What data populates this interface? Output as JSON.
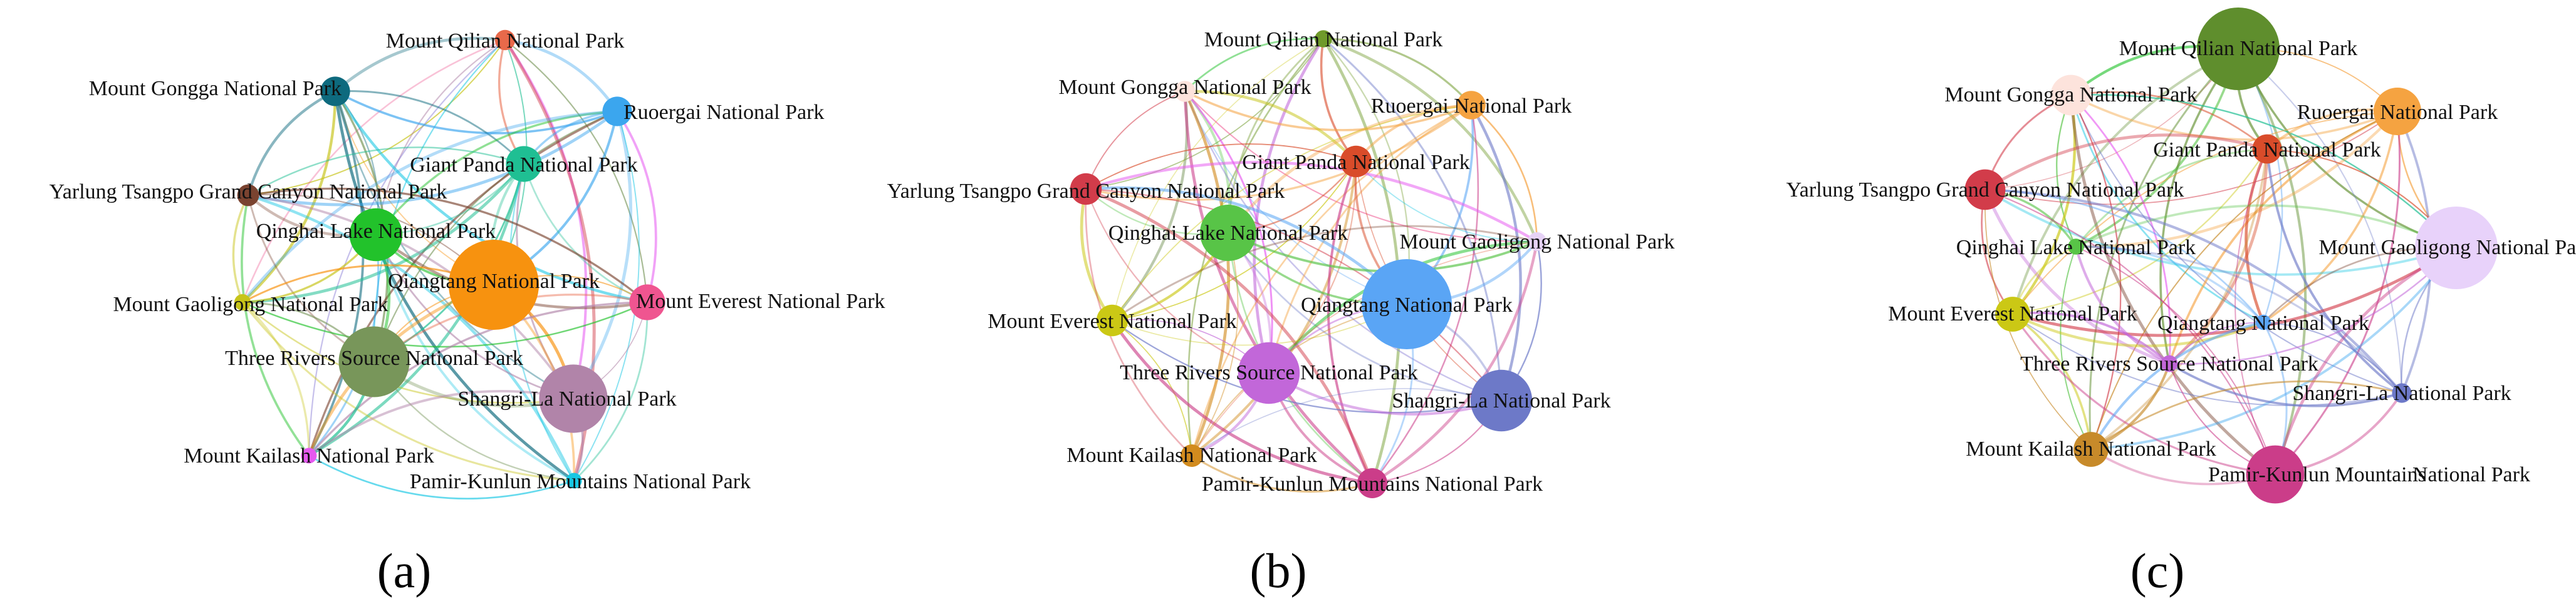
{
  "panels": [
    {
      "id": "a",
      "label": "(a)",
      "nodes": [
        {
          "id": "qilian",
          "label": "Mount Qilian National Park",
          "color": "#e8694a",
          "weight": 0.1
        },
        {
          "id": "gongga",
          "label": "Mount Gongga National Park",
          "color": "#0e6a7e",
          "weight": 0.22
        },
        {
          "id": "ruoergai",
          "label": "Ruoergai National Park",
          "color": "#3ba6ee",
          "weight": 0.22
        },
        {
          "id": "panda",
          "label": "Giant Panda National Park",
          "color": "#1fbf93",
          "weight": 0.3
        },
        {
          "id": "yarlung",
          "label": "Yarlung Tsangpo Grand Canyon National Park",
          "color": "#7a4330",
          "weight": 0.12
        },
        {
          "id": "qinghai",
          "label": "Qinghai Lake National Park",
          "color": "#22c22b",
          "weight": 0.52
        },
        {
          "id": "qiangtang",
          "label": "Qiangtang National Park",
          "color": "#f7920f",
          "weight": 1.0
        },
        {
          "id": "gaoligong",
          "label": "Mount Gaoligong National Park",
          "color": "#c7c419",
          "weight": 0.05
        },
        {
          "id": "everest",
          "label": "Mount Everest National Park",
          "color": "#ef5590",
          "weight": 0.3
        },
        {
          "id": "threerivers",
          "label": "Three Rivers Source National Park",
          "color": "#78965a",
          "weight": 0.75
        },
        {
          "id": "shangrila",
          "label": "Shangri-La National Park",
          "color": "#b184a9",
          "weight": 0.72
        },
        {
          "id": "kailash",
          "label": "Mount Kailash National Park",
          "color": "#e659f0",
          "weight": 0.04
        },
        {
          "id": "pamir",
          "label": "Pamir-Kunlun Mountains National Park",
          "color": "#17c7e3",
          "weight": 0.04
        }
      ]
    },
    {
      "id": "b",
      "label": "(b)",
      "nodes": [
        {
          "id": "qilian",
          "label": "Mount Qilian National Park",
          "color": "#6f9a2a",
          "weight": 0.03
        },
        {
          "id": "gongga",
          "label": "Mount Gongga National Park",
          "color": "#fde3dc",
          "weight": 0.08
        },
        {
          "id": "ruoergai",
          "label": "Ruoergai National Park",
          "color": "#f5a341",
          "weight": 0.18
        },
        {
          "id": "panda",
          "label": "Giant Panda National Park",
          "color": "#d94c2a",
          "weight": 0.22
        },
        {
          "id": "yarlung",
          "label": "Yarlung Tsangpo Grand Canyon National Park",
          "color": "#d23c4a",
          "weight": 0.22
        },
        {
          "id": "qinghai",
          "label": "Qinghai Lake National Park",
          "color": "#58c447",
          "weight": 0.55
        },
        {
          "id": "gaoligong",
          "label": "Mount Gaoligong National Park",
          "color": "#e6d2f6",
          "weight": 0.05
        },
        {
          "id": "everest",
          "label": "Mount Everest National Park",
          "color": "#cbc815",
          "weight": 0.22
        },
        {
          "id": "qiangtang",
          "label": "Qiangtang National Park",
          "color": "#5aa5f5",
          "weight": 1.0
        },
        {
          "id": "threerivers",
          "label": "Three Rivers Source National Park",
          "color": "#c267d9",
          "weight": 0.62
        },
        {
          "id": "shangrila",
          "label": "Shangri-La National Park",
          "color": "#6d79c8",
          "weight": 0.62
        },
        {
          "id": "kailash",
          "label": "Mount Kailash National Park",
          "color": "#d28b1e",
          "weight": 0.1
        },
        {
          "id": "pamir",
          "label": "Pamir-Kunlun Mountains National Park",
          "color": "#cb3d89",
          "weight": 0.2
        }
      ]
    },
    {
      "id": "c",
      "label": "(c)",
      "nodes": [
        {
          "id": "qilian",
          "label": "Mount Qilian National Park",
          "color": "#5f8e2d",
          "weight": 1.0
        },
        {
          "id": "gongga",
          "label": "Mount Gongga National Park",
          "color": "#fde3dc",
          "weight": 0.4
        },
        {
          "id": "ruoergai",
          "label": "Ruoergai National Park",
          "color": "#f5a341",
          "weight": 0.5
        },
        {
          "id": "panda",
          "label": "Giant Panda National Park",
          "color": "#d94c2a",
          "weight": 0.24
        },
        {
          "id": "yarlung",
          "label": "Yarlung Tsangpo Grand Canyon National Park",
          "color": "#d23c4a",
          "weight": 0.4
        },
        {
          "id": "gaoligong",
          "label": "Mount Gaoligong National Park",
          "color": "#e8d2fa",
          "weight": 1.0
        },
        {
          "id": "qinghai",
          "label": "Qinghai Lake National Park",
          "color": "#58c447",
          "weight": 0.05
        },
        {
          "id": "everest",
          "label": "Mount Everest National Park",
          "color": "#cbc815",
          "weight": 0.32
        },
        {
          "id": "qiangtang",
          "label": "Qiangtang National Park",
          "color": "#5aa5f5",
          "weight": 0.04
        },
        {
          "id": "threerivers",
          "label": "Three Rivers Source National Park",
          "color": "#c267d9",
          "weight": 0.06
        },
        {
          "id": "shangrila",
          "label": "Shangri-La National Park",
          "color": "#6d79c8",
          "weight": 0.1
        },
        {
          "id": "kailash",
          "label": "Mount Kailash National Park",
          "color": "#c78a2a",
          "weight": 0.32
        },
        {
          "id": "pamir",
          "label": "Pamir-Kunlun Mountains",
          "color": "#cb3d89",
          "weight": 0.65
        },
        {
          "id": "pamir2",
          "label": "National Park",
          "color": "#cb3d89",
          "weight": 0.0
        }
      ]
    }
  ],
  "edge_palette": [
    "#f7920f",
    "#22c22b",
    "#3ba6ee",
    "#e8694a",
    "#c7c419",
    "#b184a9",
    "#1fbf93",
    "#ef5590",
    "#78965a",
    "#17c7e3",
    "#e659f0",
    "#8a7fd6",
    "#d23c4a",
    "#7a4330"
  ]
}
